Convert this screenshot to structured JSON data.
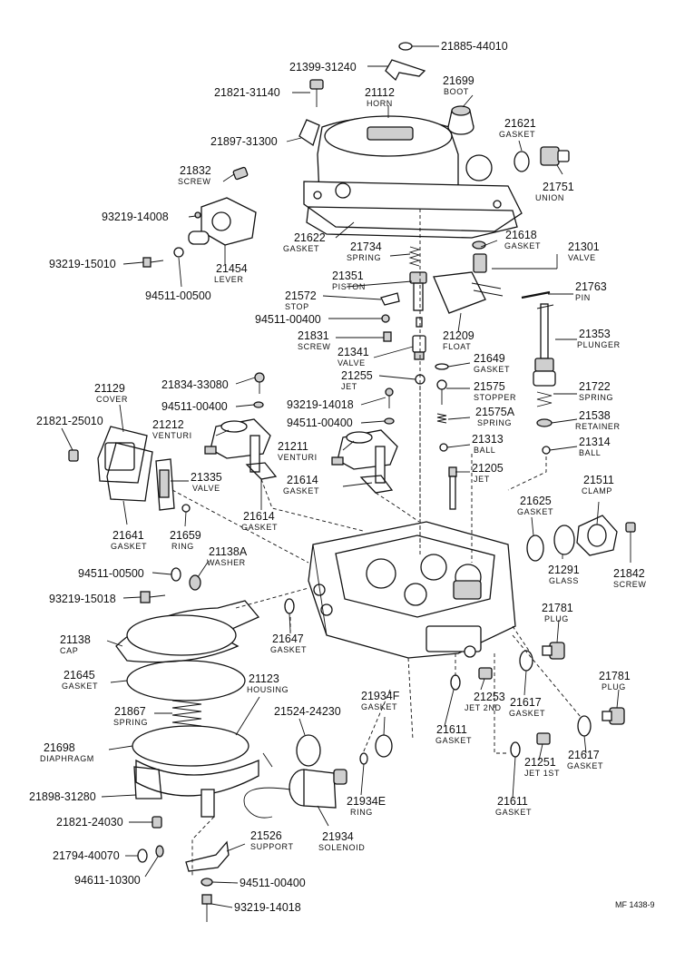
{
  "callouts": [
    {
      "number": "21885-44010",
      "name": ""
    },
    {
      "number": "21399-31240",
      "name": ""
    },
    {
      "number": "21699",
      "name": "BOOT"
    },
    {
      "number": "21821-31140",
      "name": ""
    },
    {
      "number": "21112",
      "name": "HORN"
    },
    {
      "number": "21621",
      "name": "GASKET"
    },
    {
      "number": "21897-31300",
      "name": ""
    },
    {
      "number": "21751",
      "name": "UNION"
    },
    {
      "number": "21832",
      "name": "SCREW"
    },
    {
      "number": "93219-14008",
      "name": ""
    },
    {
      "number": "21622",
      "name": "GASKET"
    },
    {
      "number": "21618",
      "name": "GASKET"
    },
    {
      "number": "21734",
      "name": "SPRING"
    },
    {
      "number": "21301",
      "name": "VALVE"
    },
    {
      "number": "93219-15010",
      "name": ""
    },
    {
      "number": "21454",
      "name": "LEVER"
    },
    {
      "number": "21351",
      "name": "PISTON"
    },
    {
      "number": "94511-00500",
      "name": ""
    },
    {
      "number": "21572",
      "name": "STOP"
    },
    {
      "number": "21763",
      "name": "PIN"
    },
    {
      "number": "94511-00400",
      "name": ""
    },
    {
      "number": "21831",
      "name": "SCREW"
    },
    {
      "number": "21209",
      "name": "FLOAT"
    },
    {
      "number": "21353",
      "name": "PLUNGER"
    },
    {
      "number": "21341",
      "name": "VALVE"
    },
    {
      "number": "21649",
      "name": "GASKET"
    },
    {
      "number": "21255",
      "name": "JET"
    },
    {
      "number": "21834-33080",
      "name": ""
    },
    {
      "number": "21575",
      "name": "STOPPER"
    },
    {
      "number": "21722",
      "name": "SPRING"
    },
    {
      "number": "21129",
      "name": "COVER"
    },
    {
      "number": "94511-00400",
      "name": ""
    },
    {
      "number": "93219-14018",
      "name": ""
    },
    {
      "number": "21575A",
      "name": "SPRING"
    },
    {
      "number": "21538",
      "name": "RETAINER"
    },
    {
      "number": "21821-25010",
      "name": ""
    },
    {
      "number": "21212",
      "name": "VENTURI"
    },
    {
      "number": "94511-00400",
      "name": ""
    },
    {
      "number": "21313",
      "name": "BALL"
    },
    {
      "number": "21314",
      "name": "BALL"
    },
    {
      "number": "21211",
      "name": "VENTURI"
    },
    {
      "number": "21205",
      "name": "JET"
    },
    {
      "number": "21511",
      "name": "CLAMP"
    },
    {
      "number": "21335",
      "name": "VALVE"
    },
    {
      "number": "21614",
      "name": "GASKET"
    },
    {
      "number": "21625",
      "name": "GASKET"
    },
    {
      "number": "21614",
      "name": "GASKET"
    },
    {
      "number": "21641",
      "name": "GASKET"
    },
    {
      "number": "21659",
      "name": "RING"
    },
    {
      "number": "21138A",
      "name": "WASHER"
    },
    {
      "number": "21291",
      "name": "GLASS"
    },
    {
      "number": "21842",
      "name": "SCREW"
    },
    {
      "number": "94511-00500",
      "name": ""
    },
    {
      "number": "93219-15018",
      "name": ""
    },
    {
      "number": "21781",
      "name": "PLUG"
    },
    {
      "number": "21138",
      "name": "CAP"
    },
    {
      "number": "21647",
      "name": "GASKET"
    },
    {
      "number": "21645",
      "name": "GASKET"
    },
    {
      "number": "21123",
      "name": "HOUSING"
    },
    {
      "number": "21781",
      "name": "PLUG"
    },
    {
      "number": "21934F",
      "name": "GASKET"
    },
    {
      "number": "21253",
      "name": "JET 2ND"
    },
    {
      "number": "21617",
      "name": "GASKET"
    },
    {
      "number": "21867",
      "name": "SPRING"
    },
    {
      "number": "21524-24230",
      "name": ""
    },
    {
      "number": "21611",
      "name": "GASKET"
    },
    {
      "number": "21617",
      "name": "GASKET"
    },
    {
      "number": "21698",
      "name": "DIAPHRAGM"
    },
    {
      "number": "21251",
      "name": "JET 1ST"
    },
    {
      "number": "21898-31280",
      "name": ""
    },
    {
      "number": "21934E",
      "name": "RING"
    },
    {
      "number": "21611",
      "name": "GASKET"
    },
    {
      "number": "21821-24030",
      "name": ""
    },
    {
      "number": "21526",
      "name": "SUPPORT"
    },
    {
      "number": "21934",
      "name": "SOLENOID"
    },
    {
      "number": "21794-40070",
      "name": ""
    },
    {
      "number": "94611-10300",
      "name": ""
    },
    {
      "number": "94511-00400",
      "name": ""
    },
    {
      "number": "93219-14018",
      "name": ""
    }
  ],
  "figure_ref": "MF 1438-9"
}
